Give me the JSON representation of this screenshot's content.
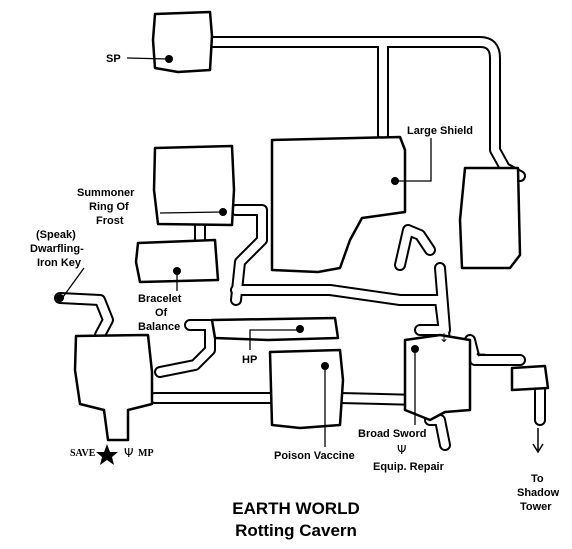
{
  "title": {
    "line1": "EARTH WORLD",
    "line2": "Rotting Cavern"
  },
  "markers": {
    "sp": "SP",
    "large_shield": "Large Shield",
    "summoner_ring": [
      "Summoner",
      "Ring Of",
      "Frost"
    ],
    "dwarfling_key": [
      "(Speak)",
      "Dwarfling-",
      "Iron Key"
    ],
    "bracelet": [
      "Bracelet",
      "Of",
      "Balance"
    ],
    "hp": "HP",
    "poison_vaccine": "Poison Vaccine",
    "broad_sword": "Broad Sword",
    "equip_repair": "Equip. Repair",
    "save": "SAVE",
    "mp": "MP",
    "to_shadow_tower": [
      "To",
      "Shadow",
      "Tower"
    ]
  },
  "icons": {
    "save_point": "star-icon",
    "equip_repair": "psi-icon",
    "mp": "psi-icon",
    "exits": [
      "down-arrow-icon",
      "left-arrow-icon"
    ]
  }
}
